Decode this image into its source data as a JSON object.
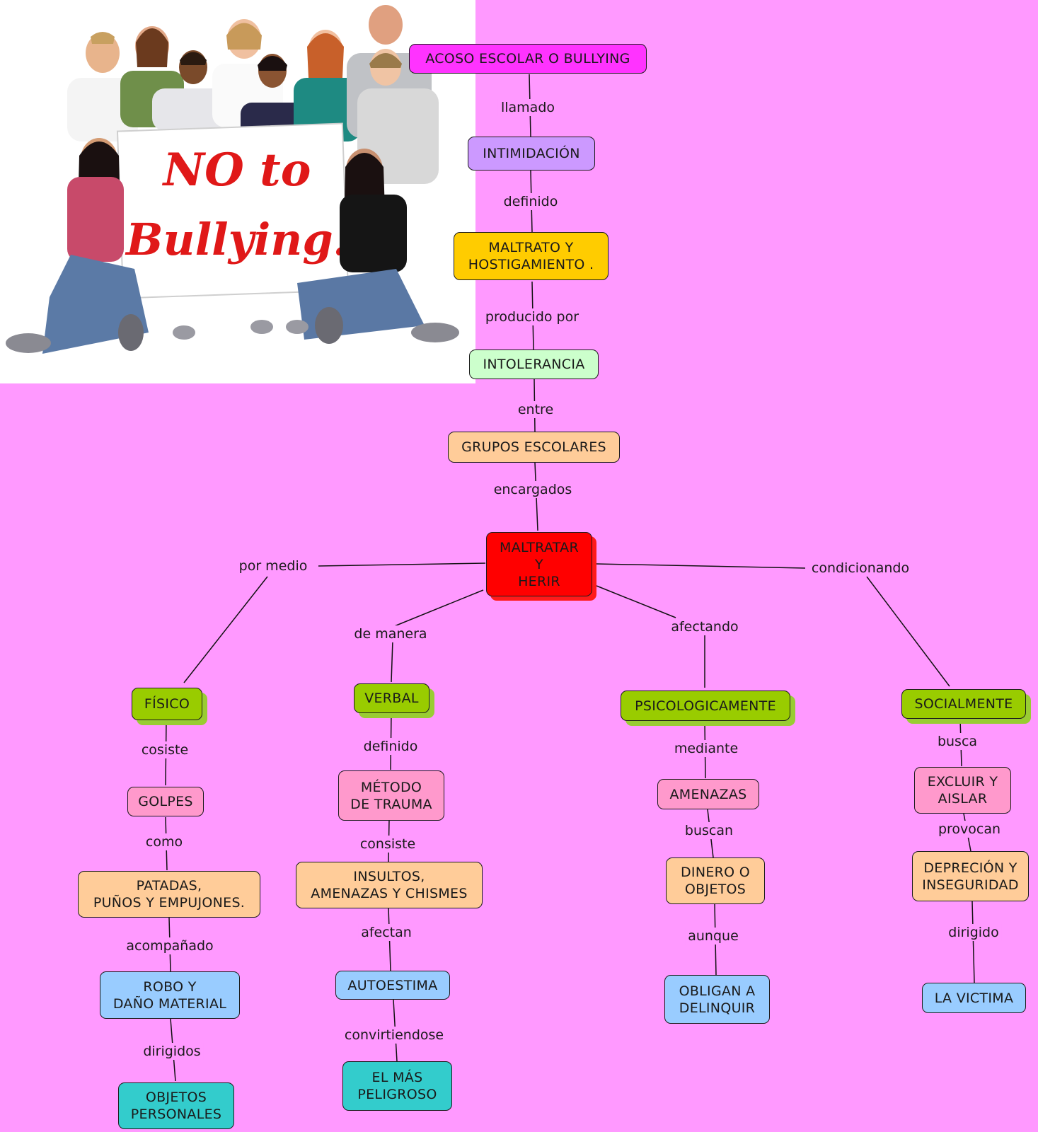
{
  "colors": {
    "background": "#ff99ff",
    "magenta": "#ff33ff",
    "lavender": "#cc99ff",
    "gold": "#ffcc00",
    "mint": "#ccffcc",
    "peach": "#ffcc99",
    "red": "#ff0000",
    "lime": "#99cc00",
    "pink": "#ff99cc",
    "sky": "#99ccff",
    "teal": "#33cccc"
  },
  "photo": {
    "sign_line1": "NO to",
    "sign_line2": "Bullying!"
  },
  "nodes": [
    {
      "id": "acoso",
      "text": "ACOSO ESCOLAR O BULLYING",
      "color": "magenta"
    },
    {
      "id": "intimidacion",
      "text": "INTIMIDACIÓN",
      "color": "lavender"
    },
    {
      "id": "maltrato",
      "text": "MALTRATO Y\nHOSTIGAMIENTO .",
      "color": "gold"
    },
    {
      "id": "intolerancia",
      "text": "INTOLERANCIA",
      "color": "mint"
    },
    {
      "id": "grupos",
      "text": "GRUPOS ESCOLARES",
      "color": "peach"
    },
    {
      "id": "maltratar",
      "text": "MALTRATAR\nY\nHERIR",
      "color": "red"
    },
    {
      "id": "fisico",
      "text": "FÍSICO",
      "color": "lime"
    },
    {
      "id": "verbal",
      "text": "VERBAL",
      "color": "lime"
    },
    {
      "id": "psico",
      "text": "PSICOLOGICAMENTE",
      "color": "lime"
    },
    {
      "id": "social",
      "text": "SOCIALMENTE",
      "color": "lime"
    },
    {
      "id": "golpes",
      "text": "GOLPES",
      "color": "pink"
    },
    {
      "id": "metodo",
      "text": "MÉTODO\nDE TRAUMA",
      "color": "pink"
    },
    {
      "id": "amenazas",
      "text": "AMENAZAS",
      "color": "pink"
    },
    {
      "id": "excluir",
      "text": "EXCLUIR Y\nAISLAR",
      "color": "pink"
    },
    {
      "id": "patadas",
      "text": "PATADAS,\nPUÑOS Y EMPUJONES.",
      "color": "peach"
    },
    {
      "id": "insultos",
      "text": "INSULTOS,\nAMENAZAS Y CHISMES",
      "color": "peach"
    },
    {
      "id": "dinero",
      "text": "DINERO O\nOBJETOS",
      "color": "peach"
    },
    {
      "id": "deprecion",
      "text": "DEPRECIÓN Y\nINSEGURIDAD",
      "color": "peach"
    },
    {
      "id": "robo",
      "text": "ROBO Y\nDAÑO MATERIAL",
      "color": "sky"
    },
    {
      "id": "autoestima",
      "text": "AUTOESTIMA",
      "color": "sky"
    },
    {
      "id": "obligan",
      "text": "OBLIGAN A\nDELINQUIR",
      "color": "sky"
    },
    {
      "id": "victima",
      "text": "LA VICTIMA",
      "color": "sky"
    },
    {
      "id": "objetos",
      "text": "OBJETOS\nPERSONALES",
      "color": "teal"
    },
    {
      "id": "peligroso",
      "text": "EL  MÁS\nPELIGROSO",
      "color": "teal"
    }
  ],
  "links": [
    {
      "id": "l1",
      "text": "llamado"
    },
    {
      "id": "l2",
      "text": "definido"
    },
    {
      "id": "l3",
      "text": "producido por"
    },
    {
      "id": "l4",
      "text": "entre"
    },
    {
      "id": "l5",
      "text": "encargados"
    },
    {
      "id": "l6",
      "text": "por medio"
    },
    {
      "id": "l7",
      "text": "de manera"
    },
    {
      "id": "l8",
      "text": "afectando"
    },
    {
      "id": "l9",
      "text": "condicionando"
    },
    {
      "id": "l10",
      "text": "cosiste"
    },
    {
      "id": "l11",
      "text": "como"
    },
    {
      "id": "l12",
      "text": "acompañado"
    },
    {
      "id": "l13",
      "text": "dirigidos"
    },
    {
      "id": "l14",
      "text": "definido"
    },
    {
      "id": "l15",
      "text": "consiste"
    },
    {
      "id": "l16",
      "text": "afectan"
    },
    {
      "id": "l17",
      "text": "convirtiendose"
    },
    {
      "id": "l18",
      "text": "mediante"
    },
    {
      "id": "l19",
      "text": "buscan"
    },
    {
      "id": "l20",
      "text": "aunque"
    },
    {
      "id": "l21",
      "text": "busca"
    },
    {
      "id": "l22",
      "text": "provocan"
    },
    {
      "id": "l23",
      "text": "dirigido"
    }
  ]
}
